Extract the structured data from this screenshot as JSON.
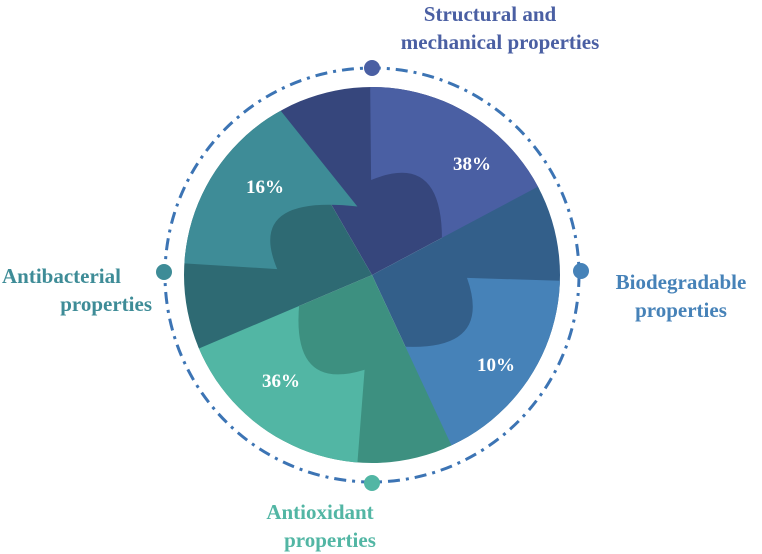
{
  "chart_data": {
    "type": "pie",
    "categories": [
      "Structural and mechanical properties",
      "Biodegradable properties",
      "Antioxidant properties",
      "Antibacterial properties"
    ],
    "values": [
      38,
      10,
      36,
      16
    ],
    "value_labels": [
      "38%",
      "10%",
      "36%",
      "16%"
    ],
    "label_lines": [
      [
        "Structural and",
        "mechanical properties"
      ],
      [
        "Biodegradable",
        "properties"
      ],
      [
        "Antioxidant",
        "properties"
      ],
      [
        "Antibacterial",
        "properties"
      ]
    ],
    "colors": {
      "structural": "#4a5fa3",
      "structural_dark": "#36467c",
      "biodegradable": "#4682b8",
      "biodegradable_dark": "#335f8a",
      "antioxidant": "#52b6a4",
      "antioxidant_dark": "#3d9080",
      "antibacterial": "#3e8c97",
      "antibacterial_dark": "#2e6a73",
      "ring": "#3c74b4"
    }
  }
}
